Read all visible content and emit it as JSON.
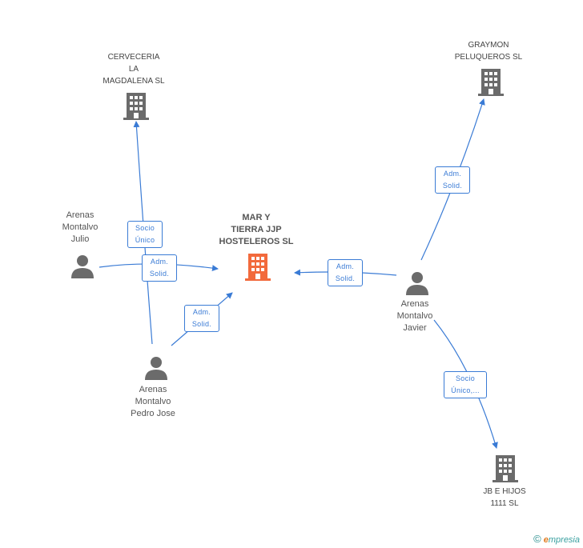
{
  "nodes": {
    "center": {
      "label": "MAR Y\nTIERRA JJP\nHOSTELEROS SL",
      "color": "#f26a3c"
    },
    "cerveceria": {
      "label": "CERVECERIA\nLA\nMAGDALENA SL"
    },
    "graymon": {
      "label": "GRAYMON\nPELUQUEROS SL"
    },
    "jb": {
      "label": "JB E HIJOS\n1111  SL"
    },
    "julio": {
      "label": "Arenas\nMontalvo\nJulio"
    },
    "javier": {
      "label": "Arenas\nMontalvo\nJavier"
    },
    "pedro": {
      "label": "Arenas\nMontalvo\nPedro Jose"
    }
  },
  "edges": {
    "julio_center": "Adm.\nSolid.",
    "pedro_cerveceria": "Socio\nÚnico",
    "pedro_center": "Adm.\nSolid.",
    "javier_center": "Adm.\nSolid.",
    "javier_graymon": "Adm.\nSolid.",
    "javier_jb": "Socio\nÚnico,..."
  },
  "colors": {
    "edge": "#3a7bd5",
    "icon_gray": "#6b6b6b",
    "icon_center": "#f26a3c"
  },
  "footer": {
    "copyright": "©",
    "brand_e": "e",
    "brand_rest": "mpresia"
  }
}
